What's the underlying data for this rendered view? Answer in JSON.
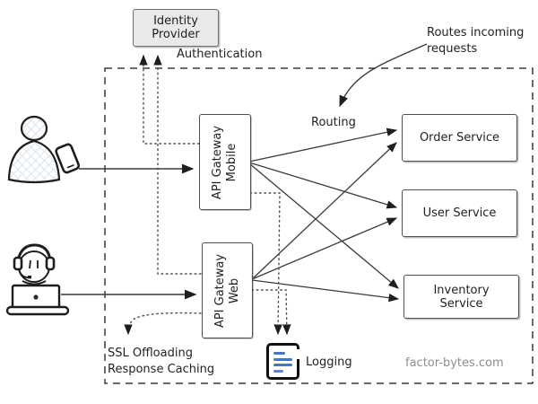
{
  "diagram": {
    "identity_provider": {
      "label": "Identity Provider"
    },
    "annotations": {
      "authentication": "Authentication",
      "routes_incoming": "Routes incoming requests",
      "routing": "Routing",
      "ssl_line1": "SSL Offloading",
      "ssl_line2": "Response Caching",
      "logging": "Logging",
      "watermark": "factor-bytes.com"
    },
    "gateways": [
      {
        "line1": "API Gateway",
        "line2": "Mobile"
      },
      {
        "line1": "API Gateway",
        "line2": "Web"
      }
    ],
    "services": [
      {
        "label": "Order Service"
      },
      {
        "label": "User Service"
      },
      {
        "label": "Inventory Service"
      }
    ],
    "icons": [
      "mobile-user-icon",
      "web-user-icon",
      "logging-document-icon"
    ],
    "colors": {
      "stroke": "#3a3a3a",
      "dotted": "#4a4a4a",
      "idp_fill": "#e9e9e9",
      "box_fill": "#ffffff",
      "logging_blue": "#4573d2",
      "watermark_gray": "#8d8d8d"
    }
  }
}
